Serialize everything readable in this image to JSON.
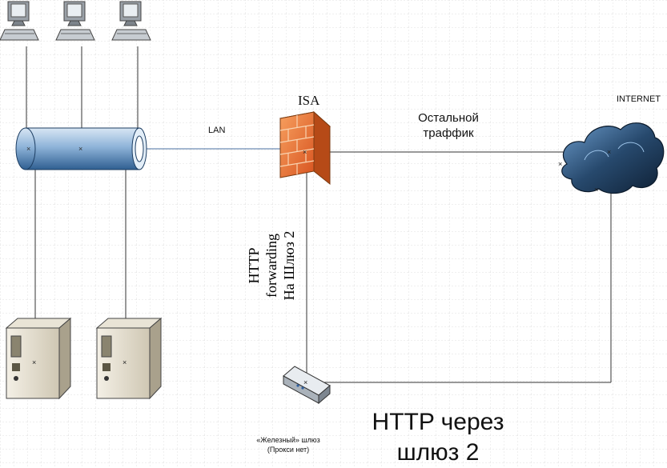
{
  "labels": {
    "isa": "ISA",
    "lan": "LAN",
    "internet": "INTERNET",
    "other_traffic_line1": "Остальной",
    "other_traffic_line2": "траффик",
    "http_line1": "HTTP",
    "http_line2": "forwarding",
    "http_line3": "На Шлюз 2",
    "gateway_line1": "«Железный» шлюз",
    "gateway_line2": "(Прокси нет)",
    "title_line1": "HTTP через",
    "title_line2": "шлюз 2"
  },
  "colors": {
    "grid": "#d9d9d9",
    "connector": "#333333",
    "firewall": "#e8703a",
    "hub": "#5b8ec1",
    "cloud": "#1f3f5e"
  }
}
